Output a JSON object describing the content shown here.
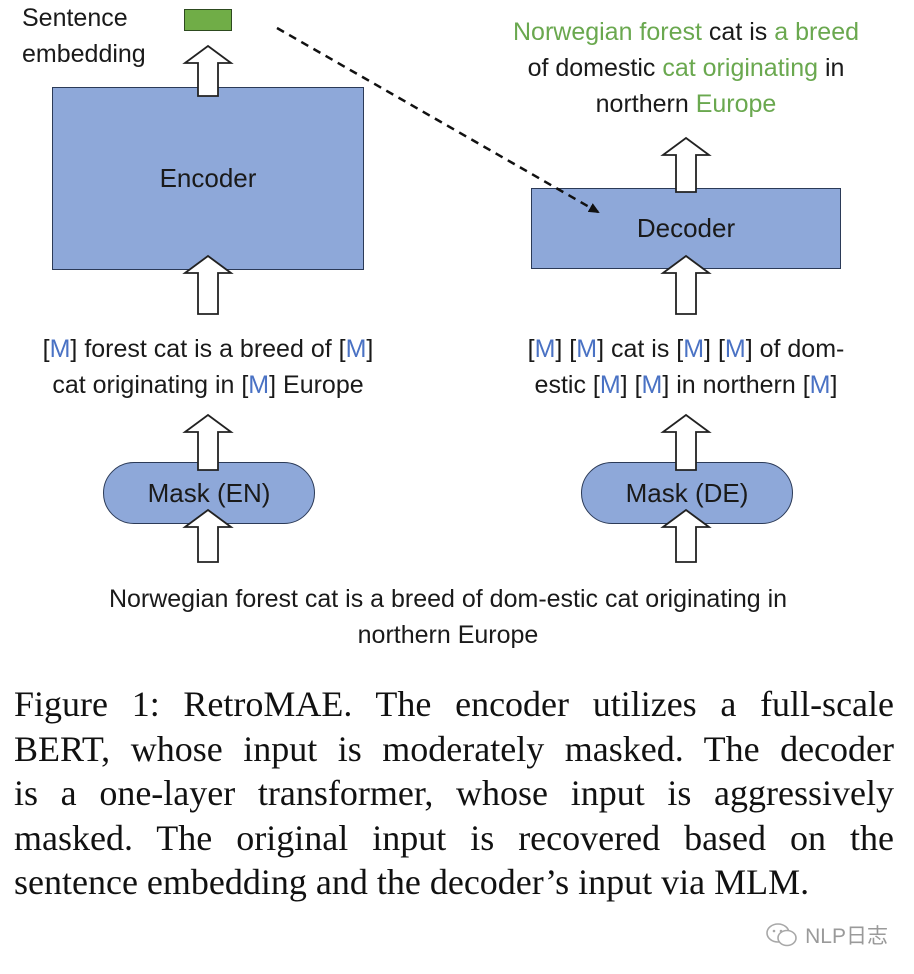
{
  "encoder_side": {
    "sentence_embedding_label": [
      "Sentence",
      "embedding"
    ],
    "encoder_label": "Encoder",
    "masked_input_lines": [
      [
        {
          "t": "[",
          "c": ""
        },
        {
          "t": "M",
          "c": "m"
        },
        {
          "t": "] forest cat is a breed of [",
          "c": ""
        },
        {
          "t": "M",
          "c": "m"
        },
        {
          "t": "]",
          "c": ""
        }
      ],
      [
        {
          "t": "cat originating in [",
          "c": ""
        },
        {
          "t": "M",
          "c": "m"
        },
        {
          "t": "] Europe",
          "c": ""
        }
      ]
    ],
    "mask_label": "Mask (EN)"
  },
  "decoder_side": {
    "output_lines": [
      [
        {
          "t": "Norwegian forest",
          "c": "g"
        },
        {
          "t": " cat is ",
          "c": ""
        },
        {
          "t": "a breed",
          "c": "g"
        }
      ],
      [
        {
          "t": "of domestic ",
          "c": ""
        },
        {
          "t": "cat originating",
          "c": "g"
        },
        {
          "t": " in",
          "c": ""
        }
      ],
      [
        {
          "t": "northern ",
          "c": ""
        },
        {
          "t": "Europe",
          "c": "g"
        }
      ]
    ],
    "decoder_label": "Decoder",
    "masked_input_lines": [
      [
        {
          "t": "[",
          "c": ""
        },
        {
          "t": "M",
          "c": "m"
        },
        {
          "t": "] [",
          "c": ""
        },
        {
          "t": "M",
          "c": "m"
        },
        {
          "t": "] cat is [",
          "c": ""
        },
        {
          "t": "M",
          "c": "m"
        },
        {
          "t": "] [",
          "c": ""
        },
        {
          "t": "M",
          "c": "m"
        },
        {
          "t": "] of dom-",
          "c": ""
        }
      ],
      [
        {
          "t": "estic [",
          "c": ""
        },
        {
          "t": "M",
          "c": "m"
        },
        {
          "t": "] [",
          "c": ""
        },
        {
          "t": "M",
          "c": "m"
        },
        {
          "t": "] in northern [",
          "c": ""
        },
        {
          "t": "M",
          "c": "m"
        },
        {
          "t": "]",
          "c": ""
        }
      ]
    ],
    "mask_label": "Mask (DE)"
  },
  "input_sentence": [
    "Norwegian forest cat is a breed of dom-estic cat originating in",
    "northern Europe"
  ],
  "caption_lines": [
    "Figure 1: RetroMAE. The encoder utilizes a full-scale",
    "BERT, whose input is moderately masked. The decoder",
    "is a one-layer transformer, whose input is aggressively",
    "masked. The original input is recovered based on the",
    "sentence embedding and the decoder’s input via MLM."
  ],
  "watermark": "NLP日志",
  "colors": {
    "box_fill": "#8ea8d9",
    "embedding_fill": "#70ad47",
    "mask_token": "#4a72c4",
    "recovered_token": "#6aa84f"
  }
}
